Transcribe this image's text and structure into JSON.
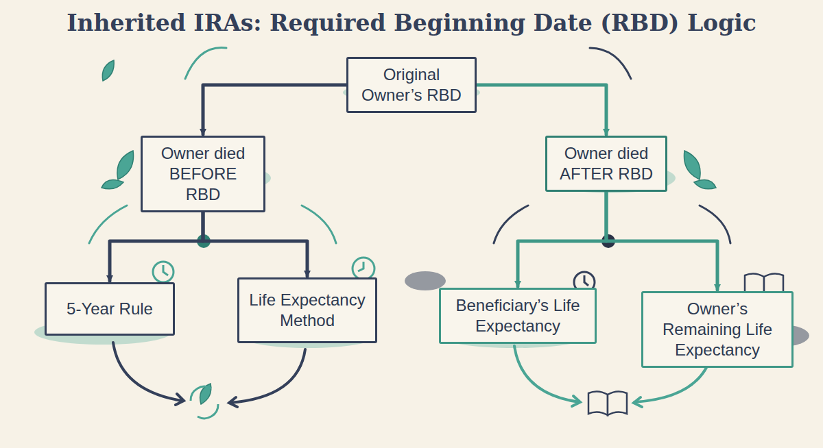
{
  "diagram": {
    "title": "Inherited IRAs: Required Beginning Date (RBD) Logic",
    "nodes": [
      {
        "text": [
          "Original Owner’s RBD"
        ]
      },
      {
        "text": [
          "Owner died BEFORE RBD"
        ]
      },
      {
        "text": [
          "Owner died AFTER RBD"
        ]
      },
      {
        "text": [
          "5-Year Rule"
        ]
      },
      {
        "text": [
          "Life Expectancy Method"
        ]
      },
      {
        "text": [
          "Beneficiary’s Life Expectancy"
        ]
      },
      {
        "text": [
          "Owner’s Remaining Life Expectancy"
        ]
      }
    ],
    "edges": [
      {
        "from": 0,
        "to": 1,
        "arrow": "to"
      },
      {
        "from": 0,
        "to": 2,
        "arrow": "to"
      },
      {
        "from": 1,
        "to": 3,
        "arrow": "to"
      },
      {
        "from": 1,
        "to": 4,
        "arrow": "to"
      },
      {
        "from": 2,
        "to": 5,
        "arrow": "to"
      },
      {
        "from": 2,
        "to": 6,
        "arrow": "to"
      }
    ]
  }
}
